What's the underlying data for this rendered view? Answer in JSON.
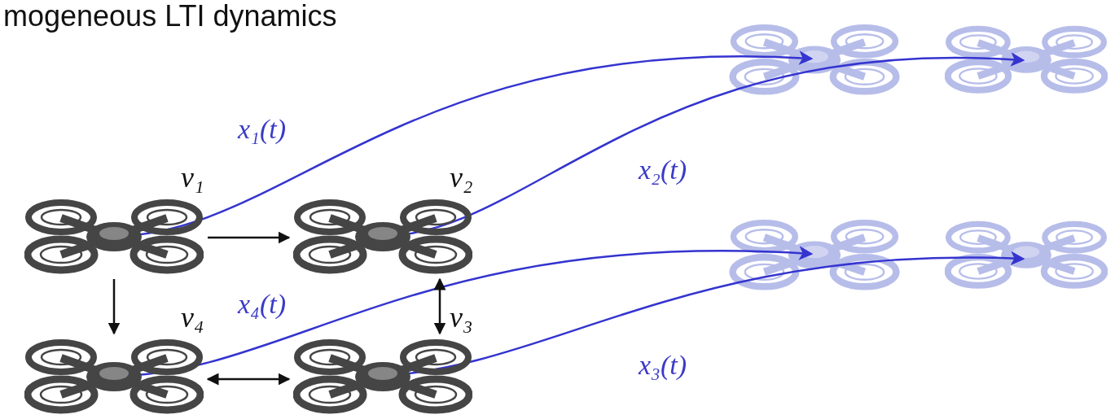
{
  "diagram": {
    "title": "mogeneous LTI dynamics",
    "nodes": [
      {
        "text": [
          "v₁"
        ]
      },
      {
        "text": [
          "v₂"
        ]
      },
      {
        "text": [
          "v₃"
        ]
      },
      {
        "text": [
          "v₄"
        ]
      }
    ],
    "edges": [
      {
        "from": 0,
        "to": 1,
        "arrow": "to"
      },
      {
        "from": 0,
        "to": 3,
        "arrow": "to"
      },
      {
        "from": 1,
        "to": 2,
        "arrow": "both"
      },
      {
        "from": 3,
        "to": 2,
        "arrow": "both"
      }
    ],
    "labels": [
      "x₁(t)",
      "x₂(t)",
      "x₄(t)",
      "x₃(t)"
    ]
  }
}
